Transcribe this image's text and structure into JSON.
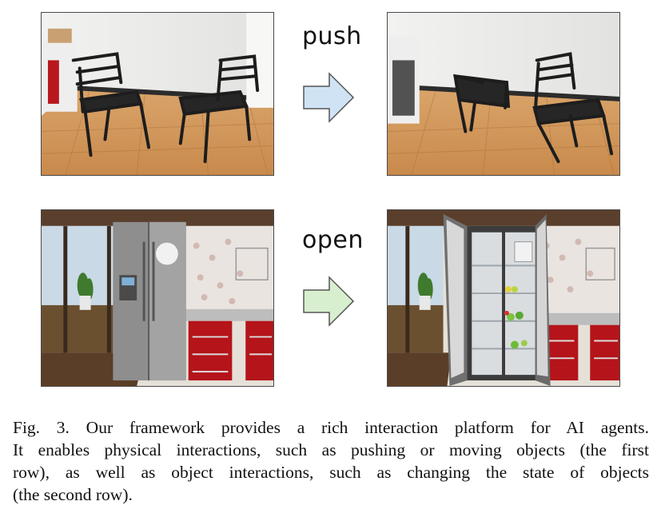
{
  "figure": {
    "rows": [
      {
        "action_label": "push",
        "arrow_color": "#cfe3f5"
      },
      {
        "action_label": "open",
        "arrow_color": "#d8efcf"
      }
    ],
    "caption_lines": [
      "Fig. 3.   Our framework provides a rich interaction platform for AI agents.",
      "It enables physical interactions, such as pushing or moving objects (the first",
      "row), as well as object interactions, such as changing the state of objects",
      "(the second row)."
    ]
  }
}
